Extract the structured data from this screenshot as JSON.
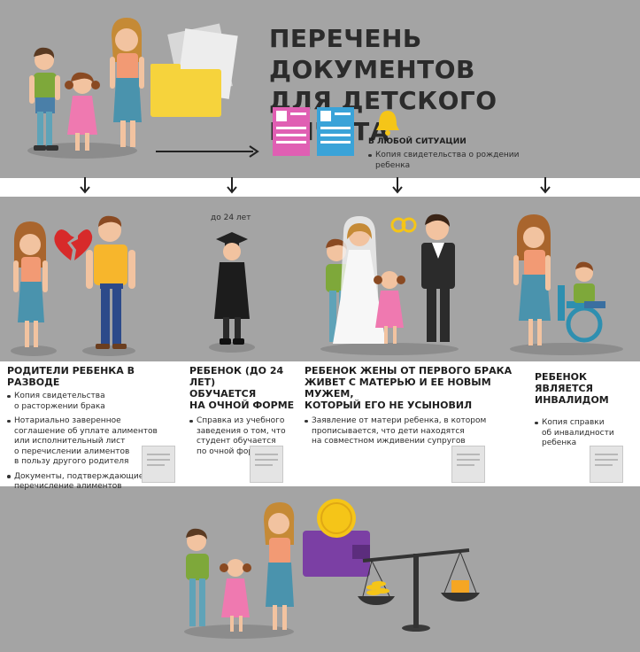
{
  "title_line1": "ПЕРЕЧЕНЬ ДОКУМЕНТОВ",
  "title_line2": "ДЛЯ ДЕТСКОГО ВЫЧЕТА",
  "general": {
    "heading": "В ЛЮБОЙ СИТУАЦИИ",
    "bullet": "Копия свидетельства о рождении ребенка"
  },
  "age_label": "до 24 лет",
  "sections": [
    {
      "heading": [
        "РОДИТЕЛИ РЕБЕНКА В РАЗВОДЕ"
      ],
      "bullets": [
        [
          "Копия свидетельства",
          "о расторжении брака"
        ],
        [
          "Нотариально заверенное",
          "соглашение об уплате алиментов",
          "или исполнительный лист",
          "о перечислении алиментов",
          "в пользу другого родителя"
        ],
        [
          "Документы, подтверждающие",
          "перечисление алиментов"
        ]
      ]
    },
    {
      "heading": [
        "РЕБЕНОК (ДО 24 ЛЕТ)",
        "ОБУЧАЕТСЯ",
        "НА ОЧНОЙ ФОРМЕ"
      ],
      "bullets": [
        [
          "Справка из учебного",
          "заведения о том, что",
          "студент обучается",
          "по очной форме"
        ]
      ]
    },
    {
      "heading": [
        "РЕБЕНОК ЖЕНЫ ОТ ПЕРВОГО БРАКА",
        "ЖИВЕТ С МАТЕРЬЮ И ЕЕ НОВЫМ МУЖЕМ,",
        "КОТОРЫЙ ЕГО НЕ УСЫНОВИЛ"
      ],
      "bullets": [
        [
          "Заявление от матери ребенка, в котором",
          "прописывается, что дети находятся",
          "на совместном иждивении супругов"
        ]
      ]
    },
    {
      "heading": [
        "РЕБЕНОК ЯВЛЯЕТСЯ",
        "ИНВАЛИДОМ"
      ],
      "bullets": [
        [
          "Копия справки",
          "об инвалидности",
          "ребенка"
        ]
      ]
    }
  ],
  "colors": {
    "background": "#a4a4a4",
    "band": "#ffffff",
    "folder": "#f6d33c",
    "doc_pink": "#e05fb3",
    "doc_blue": "#3aa3d8",
    "wallet": "#7b3fa4",
    "coin": "#f5c518"
  }
}
